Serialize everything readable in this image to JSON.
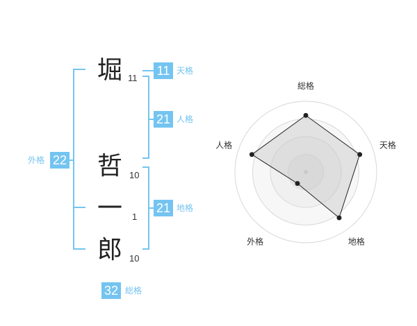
{
  "name": {
    "chars": [
      {
        "char": "堀",
        "strokes": "11"
      },
      {
        "char": "哲",
        "strokes": "10"
      },
      {
        "char": "一",
        "strokes": "1"
      },
      {
        "char": "郎",
        "strokes": "10"
      }
    ]
  },
  "kaku": {
    "tenkaku": {
      "value": "11",
      "label": "天格"
    },
    "jinkaku": {
      "value": "21",
      "label": "人格"
    },
    "chikaku": {
      "value": "21",
      "label": "地格"
    },
    "gaikaku": {
      "value": "22",
      "label": "外格"
    },
    "soukaku": {
      "value": "32",
      "label": "総格"
    }
  },
  "colors": {
    "accent": "#74c4f1",
    "ink": "#222222"
  },
  "chart_data": {
    "type": "radar",
    "axes": [
      "総格",
      "天格",
      "地格",
      "外格",
      "人格"
    ],
    "values": [
      0.8,
      0.8,
      0.8,
      0.2,
      0.8
    ],
    "range": [
      0,
      1
    ],
    "rings": 4,
    "grid": true
  }
}
